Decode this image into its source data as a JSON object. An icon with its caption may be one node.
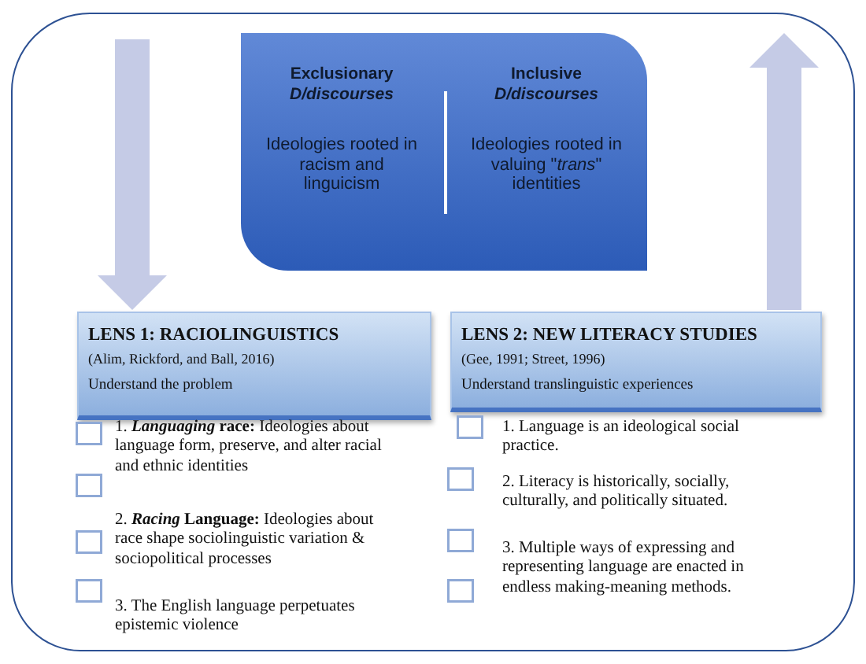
{
  "diagram": {
    "nodes": [
      {
        "text": [],
        "shape": "box"
      },
      {
        "text": [
          "Exclusionary *D/discourses*",
          "Ideologies rooted in racism and linguicism",
          "Inclusive *D/discourses*",
          "Ideologies rooted in valuing \"*trans*\" identities"
        ],
        "in": 0
      },
      {
        "text": [
          "LENS 1: RACIOLINGUISTICS",
          "(Alim, Rickford, and Ball, 2016)",
          "Understand the problem"
        ],
        "in": 0
      },
      {
        "text": [
          "LENS 2: NEW LITERACY STUDIES",
          "(Gee, 1991; Street, 1996)",
          "Understand translinguistic experiences"
        ],
        "in": 0
      }
    ],
    "edges": [
      {
        "from": null,
        "to": 2,
        "arrow": "to"
      },
      {
        "from": 3,
        "to": null,
        "arrow": "to"
      }
    ],
    "labels": [
      "1. *Languaging* **race:** Ideologies about language form, preserve, and alter racial and ethnic identities",
      "2. *Racing* **Language:** Ideologies about race shape sociolinguistic variation & sociopolitical processes",
      "3. The English language perpetuates epistemic violence",
      "1. Language is an ideological social practice.",
      "2. Literacy is historically, socially, culturally, and politically situated.",
      "3. Multiple ways of expressing and representing language are enacted in endless making-meaning methods."
    ]
  }
}
